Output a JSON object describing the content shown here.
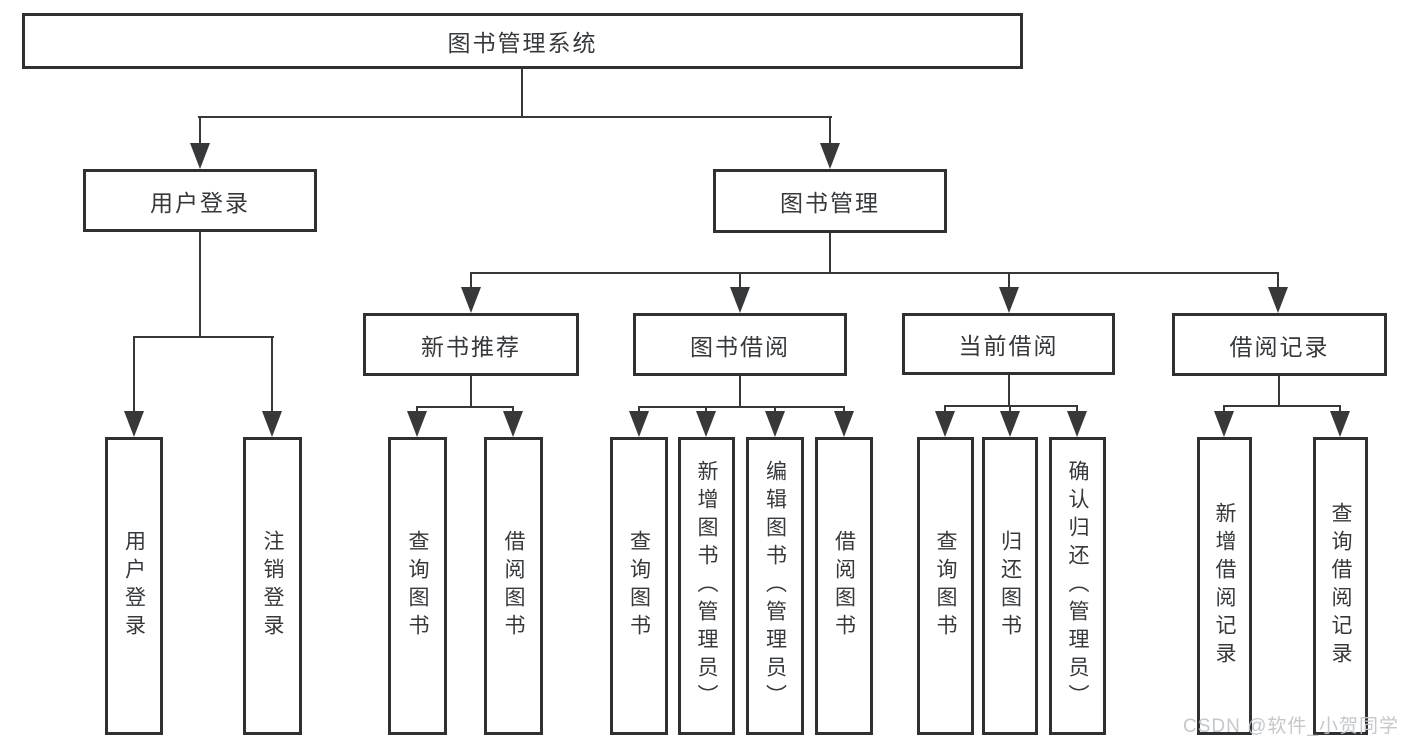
{
  "root": {
    "label": "图书管理系统"
  },
  "level2": [
    {
      "label": "用户登录"
    },
    {
      "label": "图书管理"
    }
  ],
  "level3": [
    {
      "label": "新书推荐",
      "parent": "图书管理"
    },
    {
      "label": "图书借阅",
      "parent": "图书管理"
    },
    {
      "label": "当前借阅",
      "parent": "图书管理"
    },
    {
      "label": "借阅记录",
      "parent": "图书管理"
    }
  ],
  "leaves": [
    {
      "label": "用户登录",
      "parent": "用户登录"
    },
    {
      "label": "注销登录",
      "parent": "用户登录"
    },
    {
      "label": "查询图书",
      "parent": "新书推荐"
    },
    {
      "label": "借阅图书",
      "parent": "新书推荐"
    },
    {
      "label": "查询图书",
      "parent": "图书借阅"
    },
    {
      "label": "新增图书（管理员）",
      "parent": "图书借阅"
    },
    {
      "label": "编辑图书（管理员）",
      "parent": "图书借阅"
    },
    {
      "label": "借阅图书",
      "parent": "图书借阅"
    },
    {
      "label": "查询图书",
      "parent": "当前借阅"
    },
    {
      "label": "归还图书",
      "parent": "当前借阅"
    },
    {
      "label": "确认归还（管理员）",
      "parent": "当前借阅"
    },
    {
      "label": "新增借阅记录",
      "parent": "借阅记录"
    },
    {
      "label": "查询借阅记录",
      "parent": "借阅记录"
    }
  ],
  "watermark": {
    "text": "CSDN @软件_小贺同学",
    "color": "#c1c4c8"
  },
  "colors": {
    "line": "#363839",
    "border": "#2e3032",
    "text": "#36393c",
    "background": "#ffffff"
  }
}
